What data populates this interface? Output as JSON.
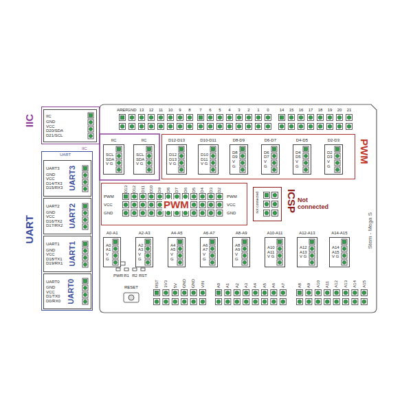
{
  "diagram": {
    "nodes": [
      {
        "text": [
          "IIC",
          "IIC"
        ]
      },
      {
        "text": [
          "IIC",
          "GND VCC D20/SDA D21/SCL"
        ],
        "in": 0
      },
      {
        "text": [
          "UART",
          "UART"
        ]
      },
      {
        "text": [
          "UART3",
          "GND VCC D14/TX3 D15/RX3",
          "UART3"
        ],
        "in": 2
      },
      {
        "text": [
          "UART2",
          "GND VCC D16/TX2 D17/RX2",
          "UART2"
        ],
        "in": 2
      },
      {
        "text": [
          "UART1",
          "GND VCC D18/TX1 D19/RX1",
          "UART1"
        ],
        "in": 2
      },
      {
        "text": [
          "UART0",
          "GND VCC D1/TX0 D0/RX0",
          "UART0"
        ],
        "in": 2
      },
      {
        "text": [
          "IIC",
          "SCL SDA V G"
        ]
      },
      {
        "text": [
          "IIC",
          "SCL SDA V G"
        ]
      },
      {
        "text": [
          "PWM"
        ]
      },
      {
        "text": [
          "D12-D13",
          "D12 D13 V G"
        ],
        "in": 9
      },
      {
        "text": [
          "D10-D11",
          "D10 D11 V G"
        ],
        "in": 9
      },
      {
        "text": [
          "D8-D9",
          "D8 D9 V G"
        ],
        "in": 9
      },
      {
        "text": [
          "D6-D7",
          "D6 D7 V G"
        ],
        "in": 9
      },
      {
        "text": [
          "D4-D5",
          "D4 D5 V G"
        ],
        "in": 9
      },
      {
        "text": [
          "D2-D3",
          "D2 D3 V G"
        ],
        "in": 9
      },
      {
        "text": [
          "PWM"
        ]
      },
      {
        "text": [
          "ICSP",
          "Not connected",
          "not connected"
        ]
      },
      {
        "text": [
          "A0-A1",
          "A0 A1 V G"
        ]
      },
      {
        "text": [
          "A2-A3",
          "A2 A3 V G"
        ]
      },
      {
        "text": [
          "A4-A5",
          "A4 A5 V G"
        ]
      },
      {
        "text": [
          "A6-A7",
          "A6 A7 V G"
        ]
      },
      {
        "text": [
          "A8-A9",
          "A8 A9 V G"
        ]
      },
      {
        "text": [
          "A10-A11",
          "A10 A11 V G"
        ]
      },
      {
        "text": [
          "A12-A13",
          "A12 A13 V G"
        ]
      },
      {
        "text": [
          "A14-A15",
          "A14 A15 V G"
        ]
      }
    ],
    "labels": [
      "AREF",
      "GND",
      "13",
      "12",
      "11",
      "10",
      "9",
      "8",
      "7",
      "6",
      "5",
      "4",
      "3",
      "2",
      "1",
      "0",
      "14",
      "15",
      "16",
      "17",
      "18",
      "19",
      "20",
      "21",
      "D13",
      "D12",
      "D11",
      "D10",
      "D9",
      "D8",
      "D7",
      "D6",
      "D5",
      "D4",
      "D3",
      "D2",
      "PWM",
      "VCC",
      "GND",
      "PWM",
      "VCC",
      "GND",
      "PWR",
      "R1",
      "R2",
      "RST",
      "RESET",
      "RST",
      "3V3",
      "5V",
      "GND",
      "GND",
      "VIN",
      "A0",
      "A1",
      "A2",
      "A3",
      "A4",
      "A5",
      "A6",
      "A7",
      "A8",
      "A9",
      "A10",
      "A11",
      "A12",
      "A13",
      "A14",
      "A15",
      "Stem - Mega S"
    ]
  }
}
